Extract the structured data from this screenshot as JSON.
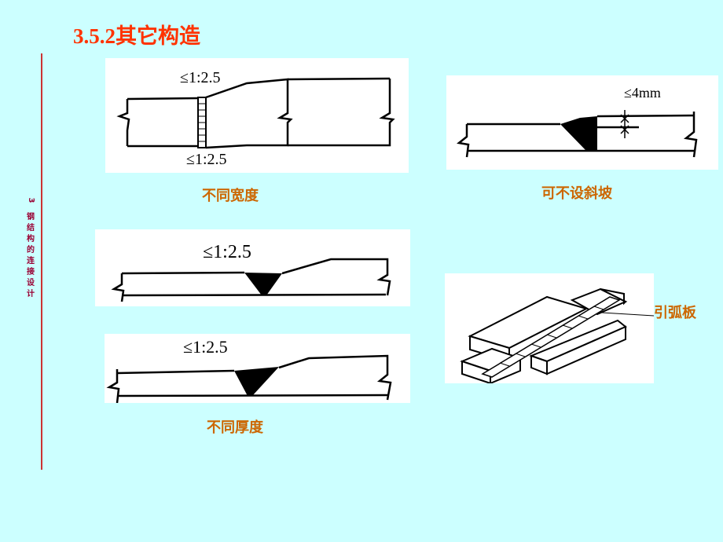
{
  "slide": {
    "title": "3.5.2其它构造",
    "background_color": "#ccffff",
    "title_color": "#ff3300",
    "caption_color": "#cc6600"
  },
  "sidebar": {
    "chapter_number": "3",
    "chapter_chars": [
      "钢",
      "结",
      "构",
      "的",
      "连",
      "接",
      "设",
      "计"
    ]
  },
  "figures": {
    "width_change": {
      "top_slope_label": "≤1:2.5",
      "bottom_slope_label": "≤1:2.5",
      "caption": "不同宽度"
    },
    "no_slope": {
      "dimension_label": "≤4mm",
      "caption": "可不设斜坡"
    },
    "thickness_change_1": {
      "slope_label": "≤1:2.5"
    },
    "thickness_change_2": {
      "slope_label": "≤1:2.5",
      "caption": "不同厚度"
    },
    "arc_plate": {
      "callout_label": "引弧板"
    }
  }
}
